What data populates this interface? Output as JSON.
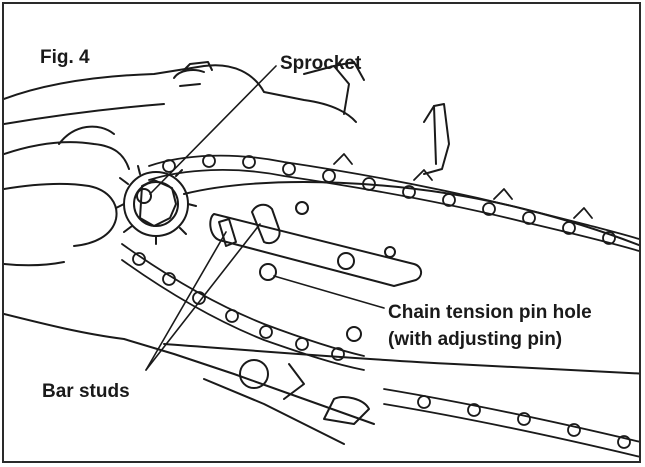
{
  "figure": {
    "fig_label": "Fig. 4",
    "callouts": {
      "sprocket": "Sprocket",
      "chain_tension_line1": "Chain tension pin hole",
      "chain_tension_line2": "(with adjusting pin)",
      "bar_studs": "Bar studs"
    }
  },
  "style": {
    "line_color": "#1a1a1a",
    "background": "#ffffff"
  }
}
